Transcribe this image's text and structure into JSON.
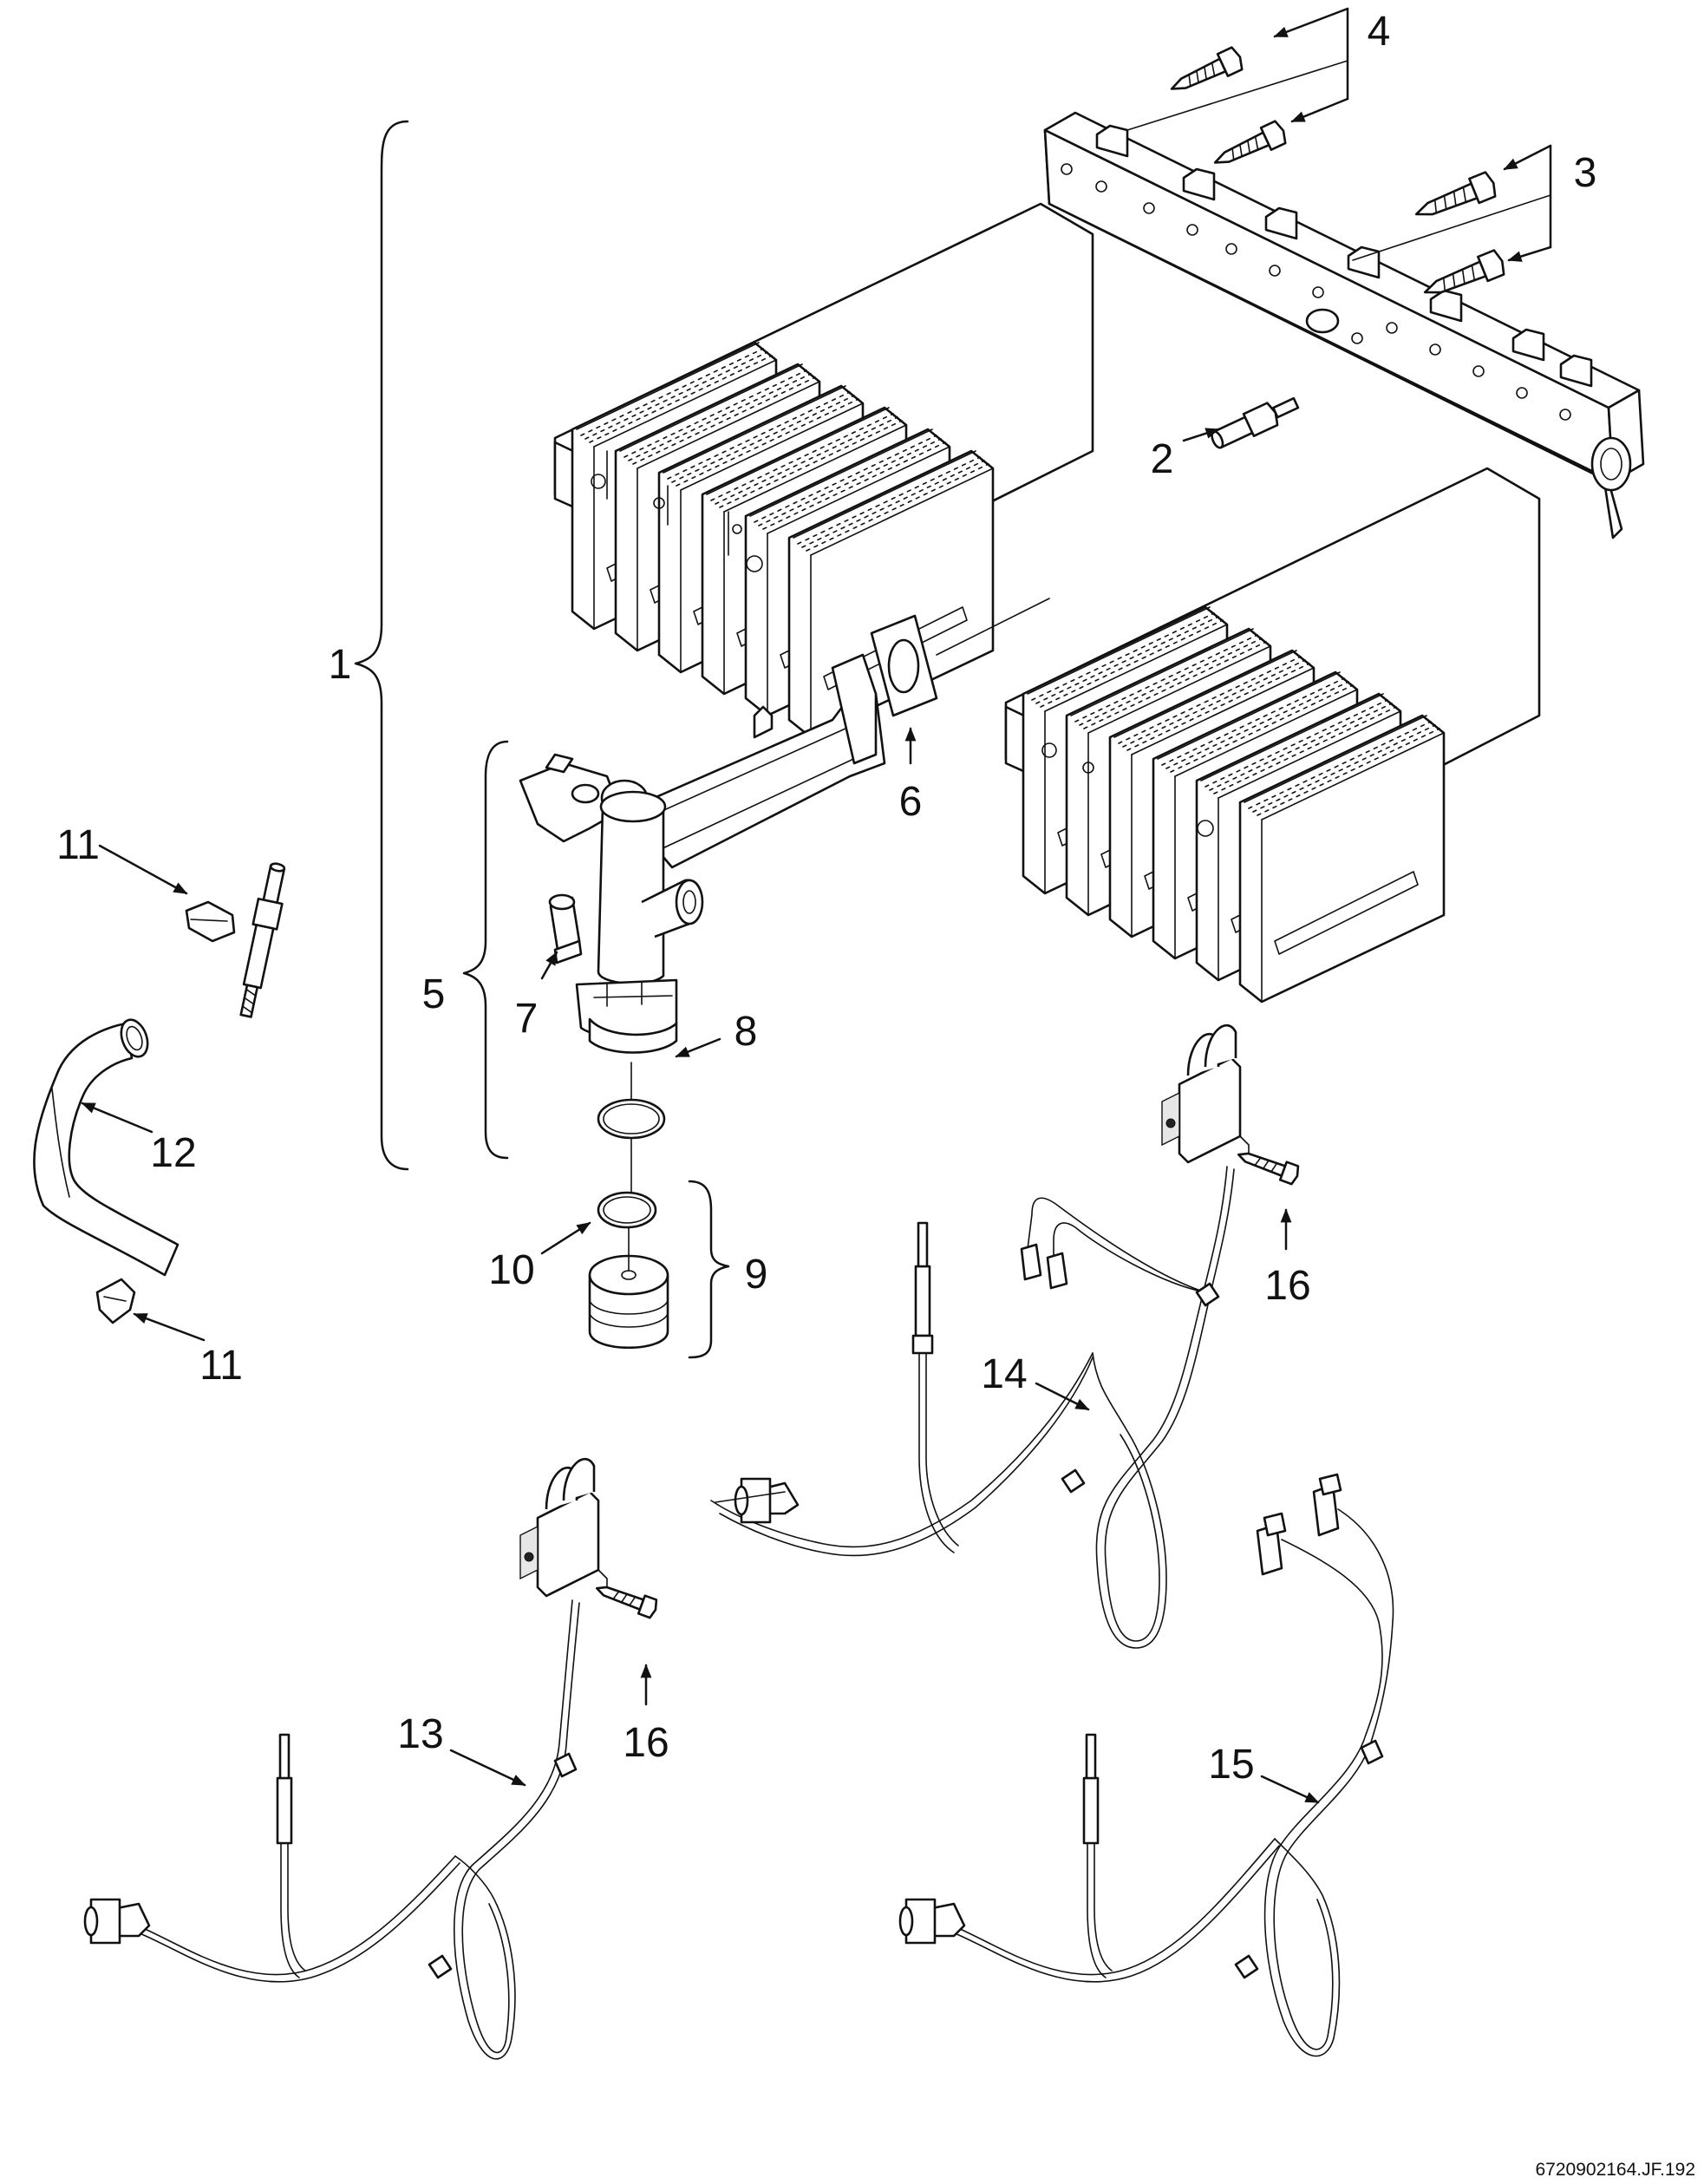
{
  "callouts": [
    {
      "id": "1",
      "label": "1"
    },
    {
      "id": "2",
      "label": "2"
    },
    {
      "id": "3",
      "label": "3"
    },
    {
      "id": "4",
      "label": "4"
    },
    {
      "id": "5",
      "label": "5"
    },
    {
      "id": "6",
      "label": "6"
    },
    {
      "id": "7",
      "label": "7"
    },
    {
      "id": "8",
      "label": "8"
    },
    {
      "id": "9",
      "label": "9"
    },
    {
      "id": "10",
      "label": "10"
    },
    {
      "id": "11a",
      "label": "11"
    },
    {
      "id": "11b",
      "label": "11"
    },
    {
      "id": "12",
      "label": "12"
    },
    {
      "id": "13",
      "label": "13"
    },
    {
      "id": "14",
      "label": "14"
    },
    {
      "id": "15",
      "label": "15"
    },
    {
      "id": "16a",
      "label": "16"
    },
    {
      "id": "16b",
      "label": "16"
    }
  ],
  "document_ref": "6720902164.JF.192"
}
